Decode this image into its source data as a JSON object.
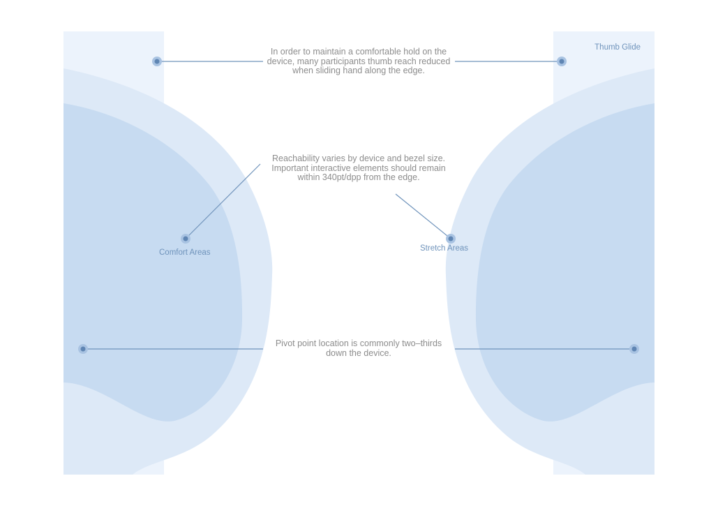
{
  "labels": {
    "thumb_glide": "Thumb Glide",
    "comfort_areas": "Comfort Areas",
    "stretch_areas": "Stretch Areas"
  },
  "notes": {
    "hold": "In order to maintain a comfortable hold on the device, many participants thumb reach reduced when sliding hand along the edge.",
    "reachability": "Reachability varies by device and bezel size. Important interactive elements should remain within 340pt/dpp from the edge.",
    "pivot": "Pivot point location is commonly two–thirds down the device."
  },
  "colors": {
    "glide_band": "#ecf3fc",
    "stretch_zone": "#dde9f7",
    "comfort_zone": "#c7dbf1",
    "leader_line": "#6f93bb",
    "marker_halo": "#a9c3e2",
    "marker_core": "#5f85b3",
    "note_text": "#8c8c8c",
    "label_text": "#6f93bb"
  }
}
